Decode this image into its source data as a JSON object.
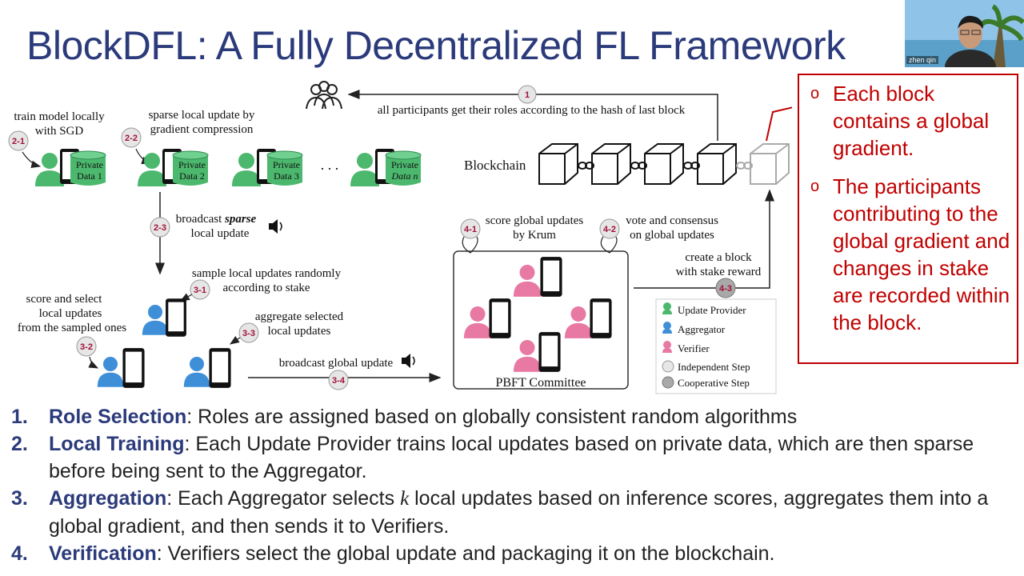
{
  "title": "BlockDFL: A Fully Decentralized FL Framework",
  "webcam": {
    "name": "zhen qin"
  },
  "diagram": {
    "step1_text": "all participants get their roles according to the hash of last block",
    "step21_text_line1": "train model locally",
    "step21_text_line2": "with SGD",
    "step22_text_line1": "sparse local update by",
    "step22_text_line2": "gradient compression",
    "data_labels": [
      {
        "line1": "Private",
        "line2": "Data 1"
      },
      {
        "line1": "Private",
        "line2": "Data 2"
      },
      {
        "line1": "Private",
        "line2": "Data 3"
      },
      {
        "line1": "Private",
        "line2": "Data n"
      }
    ],
    "ellipsis": ". . .",
    "blockchain_label": "Blockchain",
    "step23_text_line1": "broadcast sparse",
    "step23_text_line2": "local update",
    "step31_text_line1": "sample local updates randomly",
    "step31_text_line2": "according to stake",
    "step32_text_line1": "score and select",
    "step32_text_line2": "local updates",
    "step32_text_line3": "from the sampled ones",
    "step33_text_line1": "aggregate selected",
    "step33_text_line2": "local updates",
    "step34_text": "broadcast global update",
    "step41_text_line1": "score global updates",
    "step41_text_line2": "by Krum",
    "step42_text_line1": "vote and consensus",
    "step42_text_line2": "on global updates",
    "step43_text_line1": "create a block",
    "step43_text_line2": "with stake reward",
    "committee_label": "PBFT Committee",
    "badges": {
      "b1": "1",
      "b21": "2-1",
      "b22": "2-2",
      "b23": "2-3",
      "b31": "3-1",
      "b32": "3-2",
      "b33": "3-3",
      "b34": "3-4",
      "b41": "4-1",
      "b42": "4-2",
      "b43": "4-3"
    },
    "legend": [
      {
        "label": "Update Provider",
        "color": "#4cb86e"
      },
      {
        "label": "Aggregator",
        "color": "#3f8fd8"
      },
      {
        "label": "Verifier",
        "color": "#e879a3"
      },
      {
        "label": "Independent Step",
        "color": "#e6e6e6"
      },
      {
        "label": "Cooperative Step",
        "color": "#a9a9a9"
      }
    ],
    "colors": {
      "provider": "#4cb86e",
      "aggregator": "#3f8fd8",
      "verifier": "#e879a3",
      "badge_text": "#a3113a"
    }
  },
  "callout": {
    "items": [
      "Each block contains a global gradient.",
      "The participants contributing to the global gradient and changes in stake are recorded within the block."
    ]
  },
  "steps": [
    {
      "num": "1.",
      "term": "Role Selection",
      "text": ": Roles are assigned based on globally consistent random algorithms"
    },
    {
      "num": "2.",
      "term": "Local Training",
      "text": ": Each Update Provider trains local updates based on private data, which are then sparse before being sent to the Aggregator."
    },
    {
      "num": "3.",
      "term": "Aggregation",
      "text_before": ": Each Aggregator selects ",
      "k": "k",
      "text_after": " local updates based on inference scores, aggregates them into a global gradient, and then sends it to Verifiers."
    },
    {
      "num": "4.",
      "term": "Verification",
      "text": ": Verifiers select the global update and packaging it on the blockchain."
    }
  ]
}
